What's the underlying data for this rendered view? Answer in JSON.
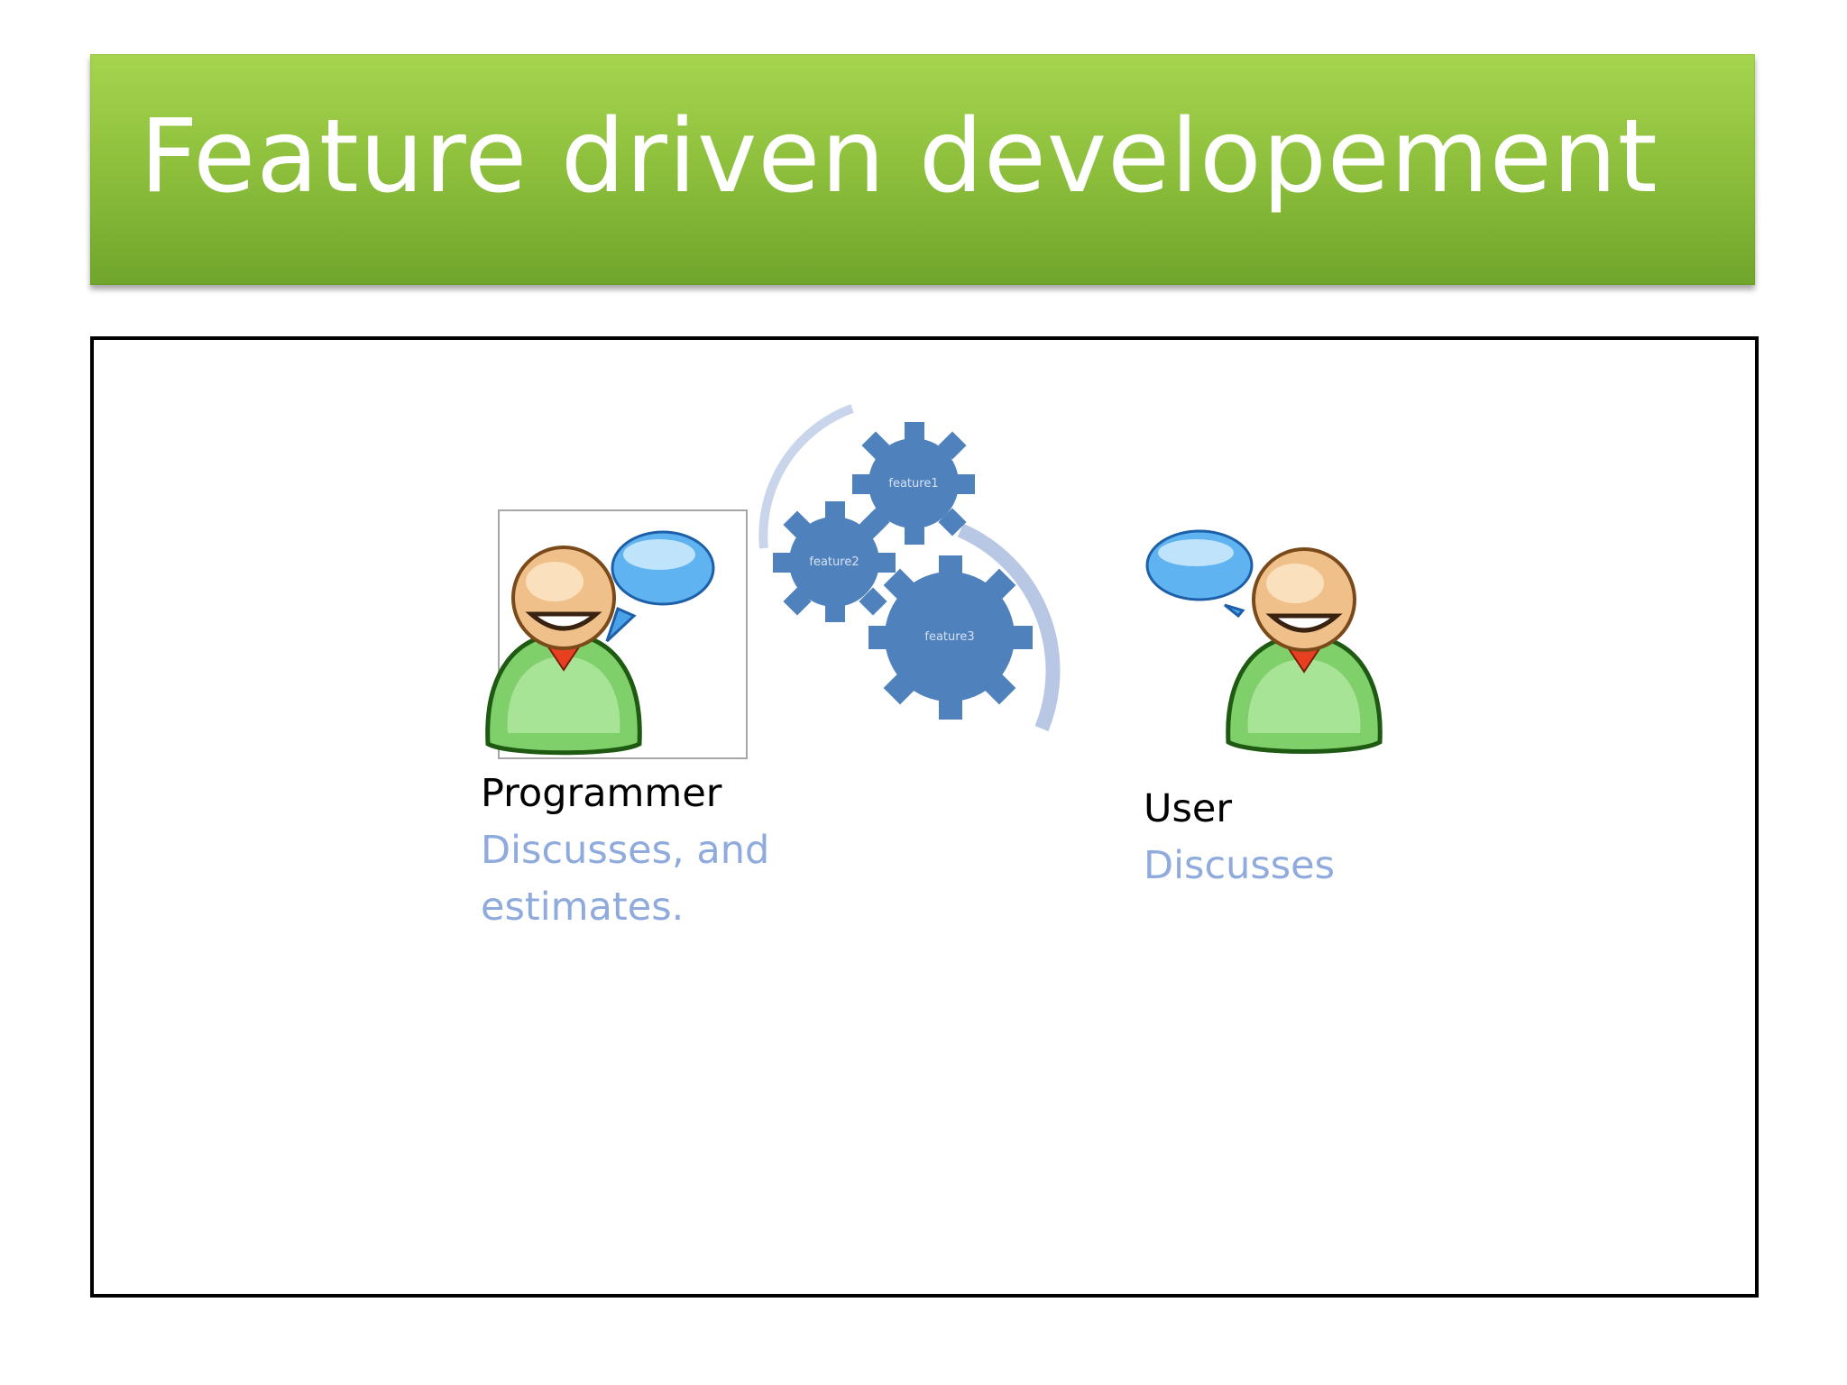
{
  "slide": {
    "title": "Feature driven developement"
  },
  "programmer": {
    "name": "Programmer",
    "action_line1": "Discusses, and",
    "action_line2": "estimates."
  },
  "user": {
    "name": "User",
    "action": "Discusses"
  },
  "gears": {
    "labels": [
      "feature1",
      "feature2",
      "feature3"
    ]
  },
  "colors": {
    "title_bar_green": "#8dbf3c",
    "title_text": "#ffffff",
    "action_text": "#8faadc",
    "gear_blue": "#4f81bd",
    "speech_bubble_blue": "#4aa3e8",
    "shirt_green": "#6dc95a"
  }
}
